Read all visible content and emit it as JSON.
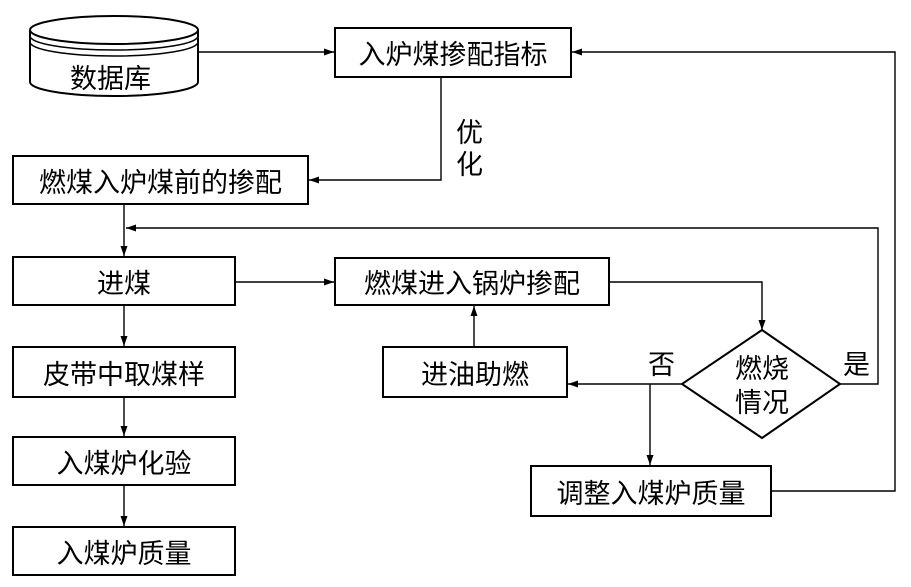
{
  "nodes": {
    "database": "数据库",
    "blend_index": "入炉煤掺配指标",
    "pre_blend": "燃煤入炉煤前的掺配",
    "coal_in": "进煤",
    "belt_sample": "皮带中取煤样",
    "lab_test": "入煤炉化验",
    "coal_quality": "入煤炉质量",
    "boiler_blend": "燃煤进入锅炉掺配",
    "oil_assist": "进油助燃",
    "combustion_l1": "燃烧",
    "combustion_l2": "情况",
    "adjust_quality": "调整入煤炉质量"
  },
  "edge_labels": {
    "optimize_1": "优",
    "optimize_2": "化",
    "no": "否",
    "yes": "是"
  }
}
